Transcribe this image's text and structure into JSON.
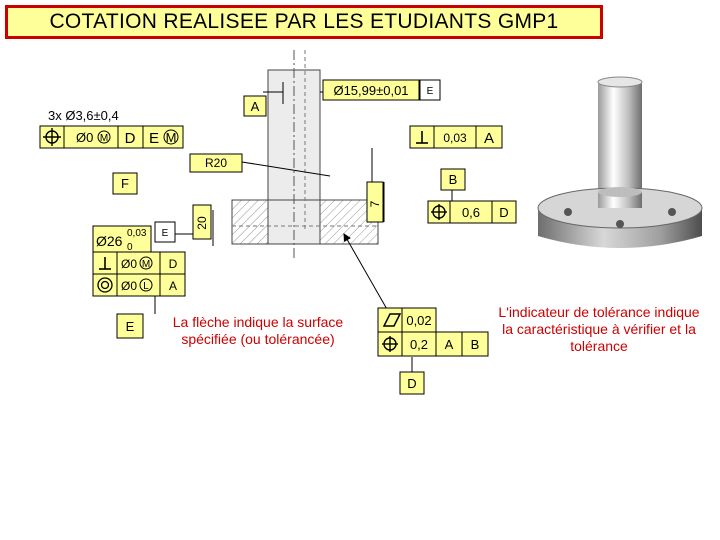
{
  "title": "COTATION REALISEE PAR LES ETUDIANTS  GMP1",
  "drawing": {
    "dim_diameter_top": "Ø15,99±0,01",
    "datum_E_top": "E",
    "datum_A_label": "A",
    "holes_note": "3x  Ø3,6±0,4",
    "frame_position_holes": {
      "tol": "Ø0",
      "mod": "M",
      "ref1": "D",
      "ref2": "E",
      "ref2_mod": "M"
    },
    "frame_perp_top": {
      "tol": "0,03",
      "ref": "A"
    },
    "radius": "R20",
    "datum_B": "B",
    "datum_F": "F",
    "dim_7": "7",
    "dim_20": "20",
    "frame_position_right": {
      "tol": "0,6",
      "ref": "D"
    },
    "dim_diameter_26": "Ø26",
    "tol_upper": "0,03",
    "tol_lower": "0",
    "datum_E_left": "E",
    "frame_perp_left": {
      "tol": "Ø0",
      "mod": "M",
      "ref": "D"
    },
    "frame_concentric": {
      "tol": "Ø0",
      "mod": "L",
      "ref": "A"
    },
    "datum_E_bottom": "E",
    "frame_flatness": {
      "tol": "0,02"
    },
    "frame_position_bottom": {
      "tol": "0,2",
      "ref1": "A",
      "ref2": "B"
    },
    "datum_D": "D"
  },
  "notes": {
    "left": "La flèche indique la surface spécifiée (ou tolérancée)",
    "right": "L'indicateur de tolérance indique la caractéristique à vérifier et la tolérance"
  },
  "colors": {
    "frame_fill": "#ffff99",
    "title_border": "#cc0000",
    "note_text": "#cc0000",
    "part_fill": "#dddddd"
  }
}
